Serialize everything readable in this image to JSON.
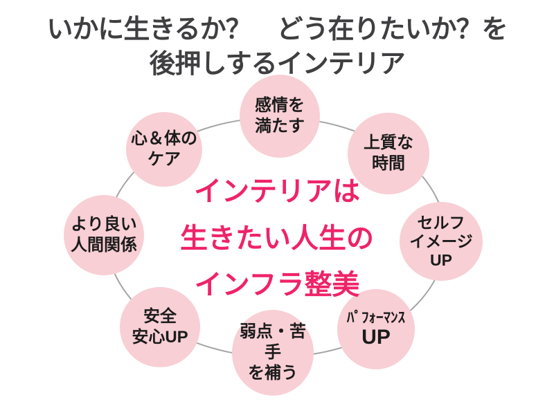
{
  "slide": {
    "title_lines": {
      "line1": "いかに生きるか？　どう在りたいか？を",
      "line2": "後押しするインテリア"
    },
    "center_message": {
      "line1": "インテリアは",
      "line2": "生きたい人生の",
      "line3": "インフラ整美"
    },
    "circles": [
      {
        "id": "emotions",
        "lines": [
          "感情を",
          "満たす"
        ]
      },
      {
        "id": "quality-time",
        "lines": [
          "上質な",
          "時間"
        ]
      },
      {
        "id": "self-image",
        "lines": [
          "セルフ",
          "イメージ",
          "UP"
        ]
      },
      {
        "id": "performance",
        "lines": [
          "ﾊﾟﾌｫｰﾏﾝｽ",
          "UP"
        ]
      },
      {
        "id": "weakness-cover",
        "lines": [
          "弱点・苦手",
          "を補う"
        ]
      },
      {
        "id": "safety",
        "lines": [
          "安全",
          "安心UP"
        ]
      },
      {
        "id": "relationships",
        "lines": [
          "より良い",
          "人間関係"
        ]
      },
      {
        "id": "mind-body-care",
        "lines": [
          "心＆体の",
          "ケア"
        ]
      }
    ],
    "colors": {
      "background": "#ffffff",
      "title_text": "#3f3f41",
      "bubble_fill": "#f8cfd5",
      "bubble_text": "#1b1b1b",
      "ring_stroke": "#a3a3a3",
      "center_text": "#ef2368"
    }
  }
}
